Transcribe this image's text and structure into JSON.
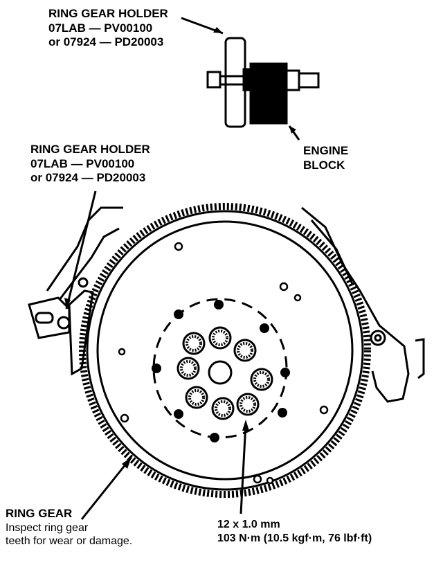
{
  "callouts": {
    "holder_top": {
      "title": "RING GEAR HOLDER",
      "line2": "07LAB — PV00100",
      "line3": "or 07924 — PD20003"
    },
    "engine_block": {
      "line1": "ENGINE",
      "line2": "BLOCK"
    },
    "holder_side": {
      "title": "RING GEAR HOLDER",
      "line2": "07LAB — PV00100",
      "line3": "or 07924 — PD20003"
    },
    "ring_gear": {
      "title": "RING GEAR",
      "line2": "Inspect ring gear",
      "line3": "teeth for wear or damage."
    },
    "bolt_spec": {
      "line1": "12 x 1.0 mm",
      "line2": "103 N·m (10.5 kgf·m, 76 lbf·ft)"
    }
  },
  "colors": {
    "ink": "#000000",
    "paper": "#ffffff"
  }
}
